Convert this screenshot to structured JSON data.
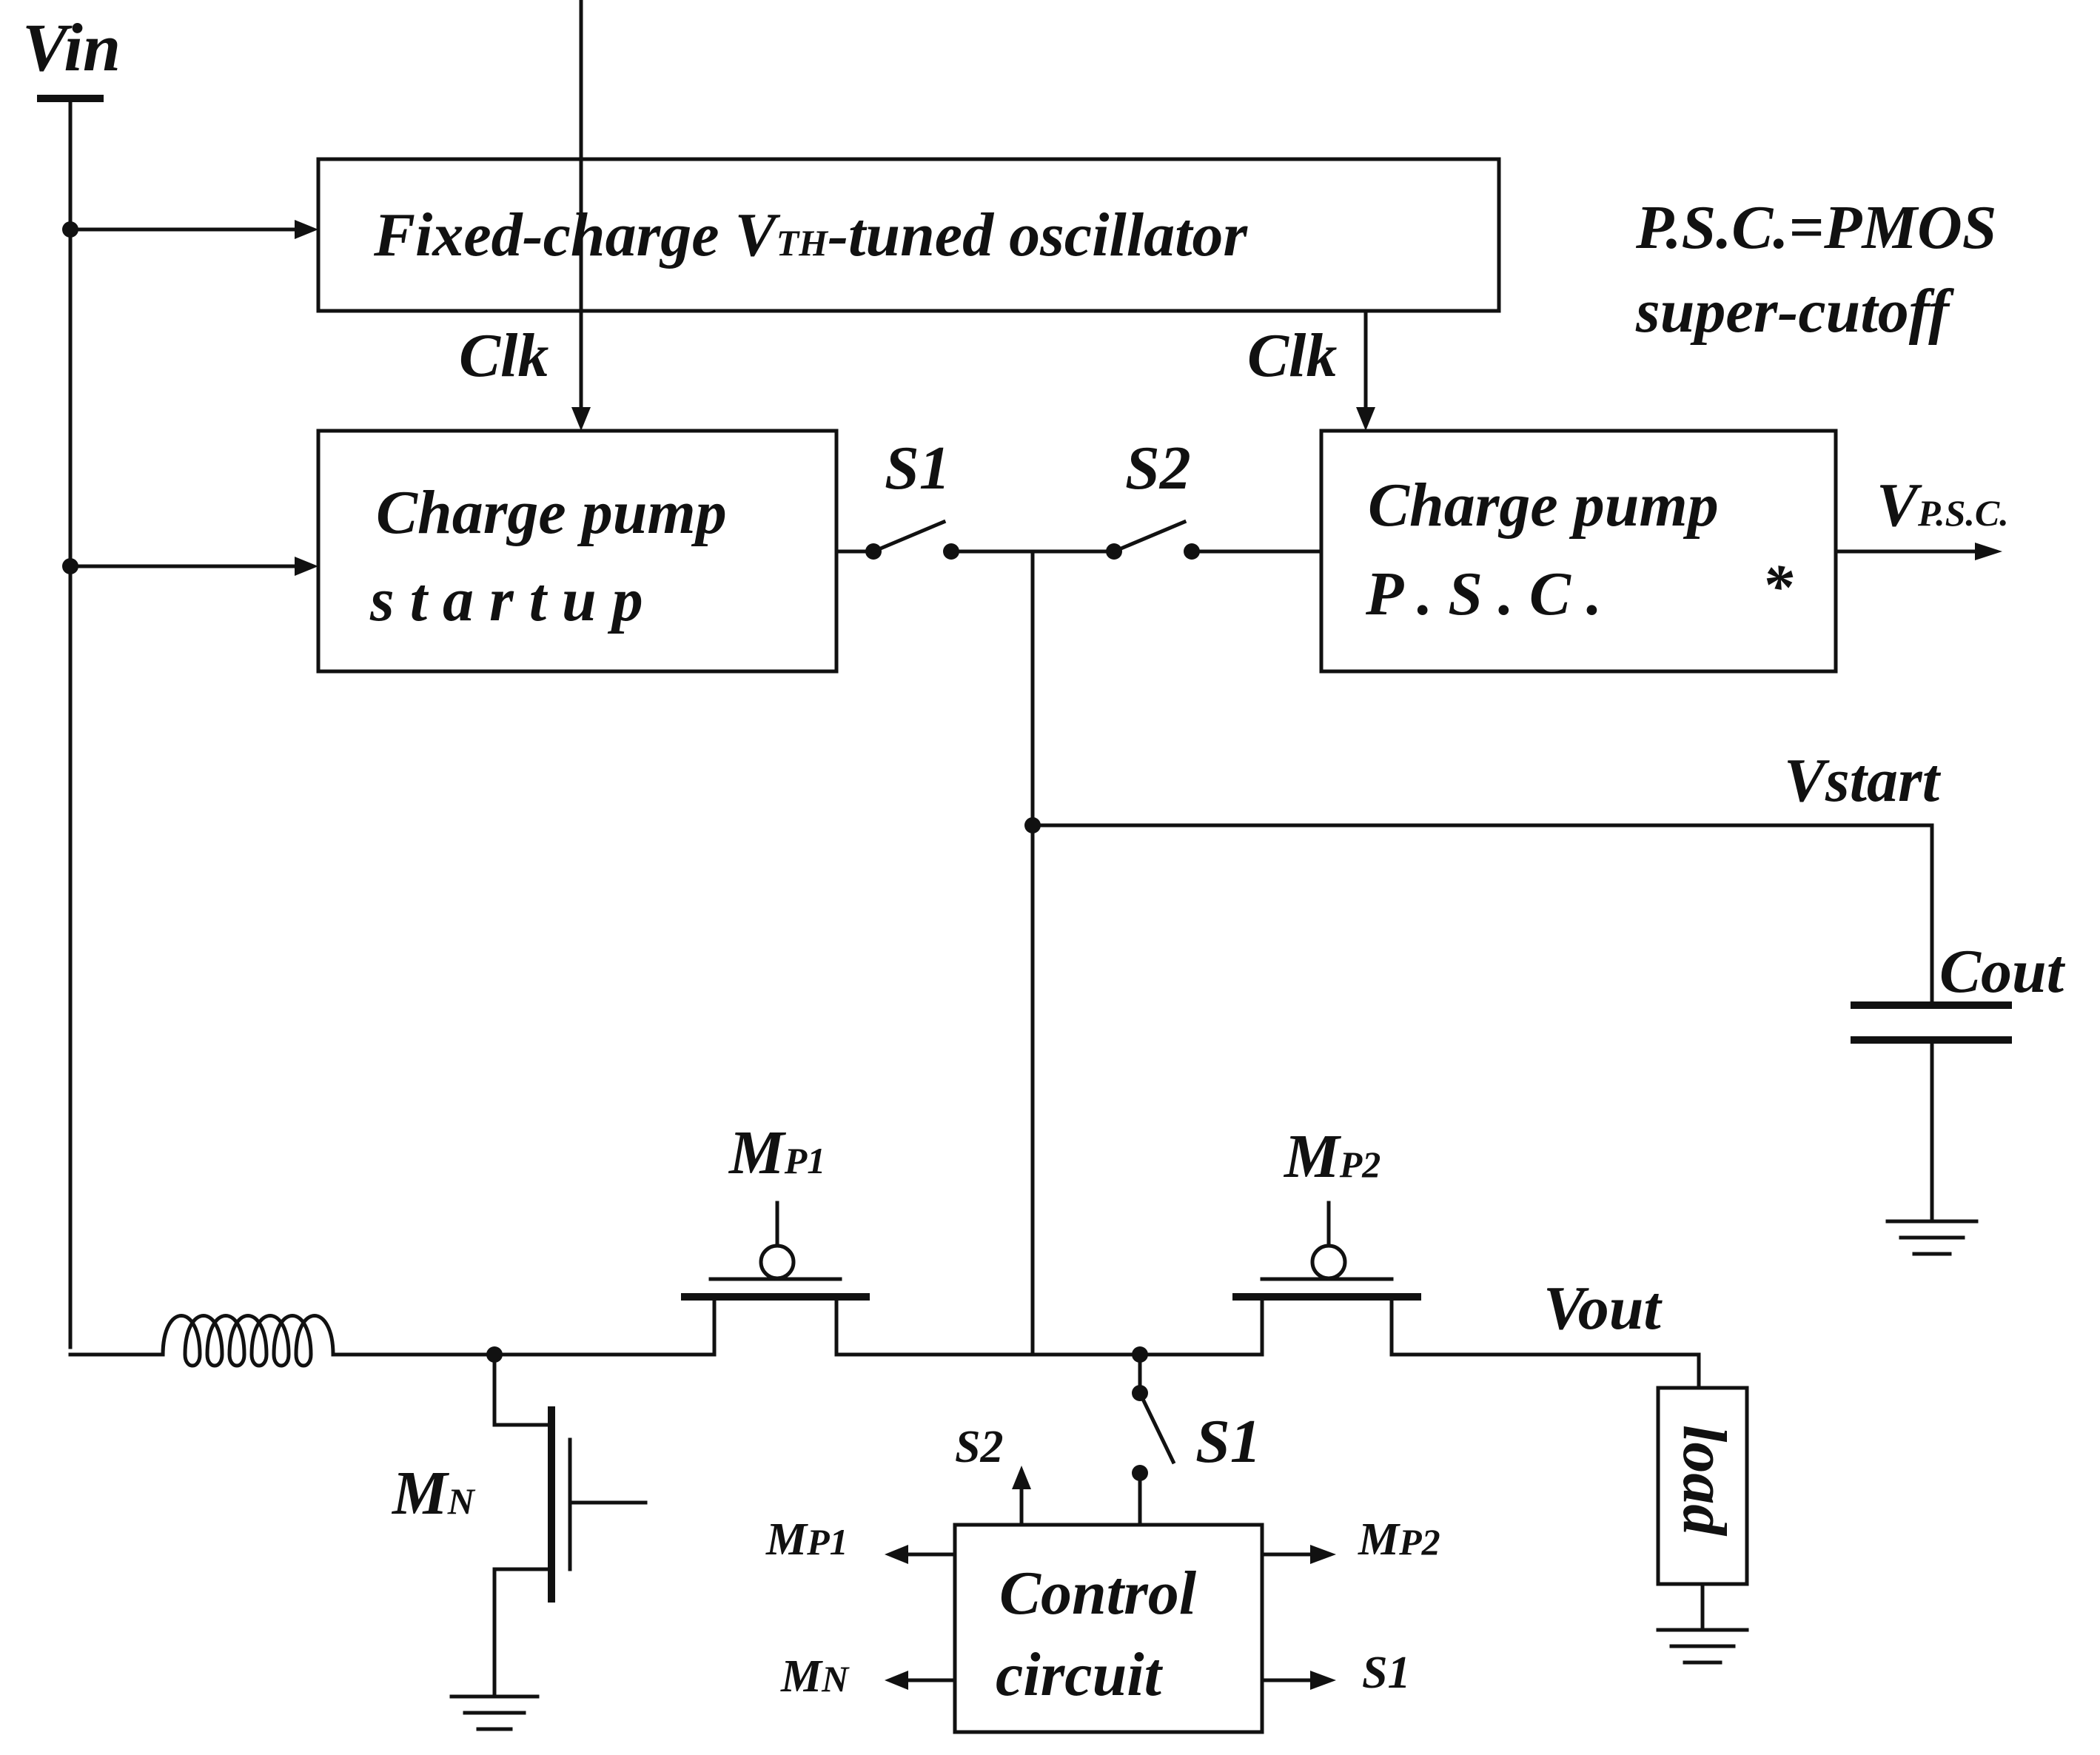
{
  "labels": {
    "vin": "Vin",
    "oscillator_a": "Fixed-charge V",
    "oscillator_sub": "TH",
    "oscillator_b": "-tuned oscillator",
    "clk_left": "Clk",
    "clk_right": "Clk",
    "cp_startup_line1": "Charge pump",
    "cp_startup_line2": "s t a r t u p",
    "cp_psc_line1": "Charge pump",
    "cp_psc_line2": "P . S . C .",
    "cp_psc_star": "*",
    "s1": "S1",
    "s2": "S2",
    "vpsc_main": "V",
    "vpsc_sub": "P.S.C.",
    "psc_note_line1": "P.S.C.=PMOS",
    "psc_note_line2": "super-cutoff",
    "vstart": "Vstart",
    "cout": "Cout",
    "mp1_main": "M",
    "mp1_sub": "P1",
    "mp2_main": "M",
    "mp2_sub": "P2",
    "vout": "Vout",
    "mn_main": "M",
    "mn_sub": "N",
    "s1_switch": "S1",
    "load": "load",
    "control_line1": "Control",
    "control_line2": "circuit",
    "ctrl_s2": "S2",
    "ctrl_mp1_main": "M",
    "ctrl_mp1_sub": "P1",
    "ctrl_mp2_main": "M",
    "ctrl_mp2_sub": "P2",
    "ctrl_mn_main": "M",
    "ctrl_mn_sub": "N",
    "ctrl_s1": "S1"
  }
}
